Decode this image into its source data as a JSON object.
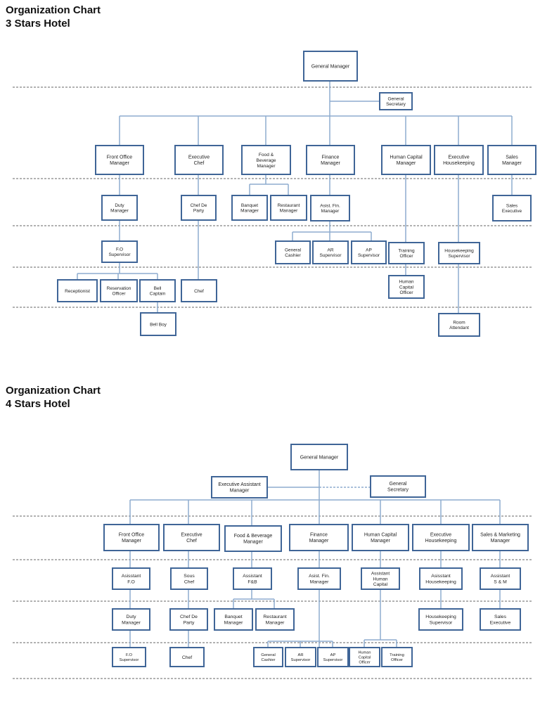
{
  "colors": {
    "box_border": "#3f6597",
    "connector": "#8eaccf",
    "divider": "#333333",
    "text": "#222222"
  },
  "chart3": {
    "title": "Organization Chart",
    "subtitle": "3 Stars Hotel",
    "boxes": [
      {
        "id": "gm",
        "lines": [
          "General Manager"
        ]
      },
      {
        "id": "gs",
        "lines": [
          "General",
          "Secretary"
        ]
      },
      {
        "id": "fom",
        "lines": [
          "Front Office",
          "Manager"
        ]
      },
      {
        "id": "ec",
        "lines": [
          "Executive",
          "Chef"
        ]
      },
      {
        "id": "fbm",
        "lines": [
          "Food &",
          "Beverage",
          "Manager"
        ]
      },
      {
        "id": "fm",
        "lines": [
          "Finance",
          "Manager"
        ]
      },
      {
        "id": "hcm",
        "lines": [
          "Human Capital",
          "Manager"
        ]
      },
      {
        "id": "eh",
        "lines": [
          "Executive",
          "Housekeeping"
        ]
      },
      {
        "id": "sm",
        "lines": [
          "Sales",
          "Manager"
        ]
      },
      {
        "id": "dm",
        "lines": [
          "Duty",
          "Manager"
        ]
      },
      {
        "id": "cdp",
        "lines": [
          "Chef De",
          "Party"
        ]
      },
      {
        "id": "bm",
        "lines": [
          "Banquet",
          "Manager"
        ]
      },
      {
        "id": "rm",
        "lines": [
          "Restaurant",
          "Manager"
        ]
      },
      {
        "id": "afm",
        "lines": [
          "Asist. Fin.",
          "Manager"
        ]
      },
      {
        "id": "se",
        "lines": [
          "Sales",
          "Executive"
        ]
      },
      {
        "id": "fos",
        "lines": [
          "F.O",
          "Supervisor"
        ]
      },
      {
        "id": "gc",
        "lines": [
          "General",
          "Cashier"
        ]
      },
      {
        "id": "ars",
        "lines": [
          "AR",
          "Supervisor"
        ]
      },
      {
        "id": "aps",
        "lines": [
          "AP",
          "Supervisor"
        ]
      },
      {
        "id": "to",
        "lines": [
          "Training",
          "Officer"
        ]
      },
      {
        "id": "hks",
        "lines": [
          "Housekeeping",
          "Supervisor"
        ]
      },
      {
        "id": "rec",
        "lines": [
          "Receptionist"
        ]
      },
      {
        "id": "ro",
        "lines": [
          "Reservation",
          "Officer"
        ]
      },
      {
        "id": "bc",
        "lines": [
          "Bell",
          "Captain"
        ]
      },
      {
        "id": "chef",
        "lines": [
          "Chef"
        ]
      },
      {
        "id": "hco",
        "lines": [
          "Human",
          "Capital",
          "Officer"
        ]
      },
      {
        "id": "bb",
        "lines": [
          "Bell Boy"
        ]
      },
      {
        "id": "ra",
        "lines": [
          "Room",
          "Attendant"
        ]
      }
    ]
  },
  "chart4": {
    "title": "Organization Chart",
    "subtitle": "4 Stars Hotel",
    "boxes": [
      {
        "id": "gm",
        "lines": [
          "General Manager"
        ]
      },
      {
        "id": "eam",
        "lines": [
          "Executive Assistant",
          "Manager"
        ]
      },
      {
        "id": "gs",
        "lines": [
          "General",
          "Secretary"
        ]
      },
      {
        "id": "fom",
        "lines": [
          "Front Office",
          "Manager"
        ]
      },
      {
        "id": "ec",
        "lines": [
          "Executive",
          "Chef"
        ]
      },
      {
        "id": "fbm",
        "lines": [
          "Food & Beverage",
          "Manager"
        ]
      },
      {
        "id": "fm",
        "lines": [
          "Finance",
          "Manager"
        ]
      },
      {
        "id": "hcm",
        "lines": [
          "Human Capital",
          "Manager"
        ]
      },
      {
        "id": "eh",
        "lines": [
          "Executive",
          "Housekeeping"
        ]
      },
      {
        "id": "smm",
        "lines": [
          "Sales & Marketing",
          "Manager"
        ]
      },
      {
        "id": "afo",
        "lines": [
          "Asisstant",
          "F.O"
        ]
      },
      {
        "id": "sc",
        "lines": [
          "Sous",
          "Chef"
        ]
      },
      {
        "id": "afb",
        "lines": [
          "Assistant",
          "F&B"
        ]
      },
      {
        "id": "afm",
        "lines": [
          "Asist. Fin.",
          "Manager"
        ]
      },
      {
        "id": "ahc",
        "lines": [
          "Assistant",
          "Human",
          "Capital"
        ]
      },
      {
        "id": "ahk",
        "lines": [
          "Asisstant",
          "Housekeeping"
        ]
      },
      {
        "id": "asm",
        "lines": [
          "Assistant",
          "S & M"
        ]
      },
      {
        "id": "dm",
        "lines": [
          "Duty",
          "Manager"
        ]
      },
      {
        "id": "cdp",
        "lines": [
          "Chef De",
          "Party"
        ]
      },
      {
        "id": "bm",
        "lines": [
          "Banquet",
          "Manager"
        ]
      },
      {
        "id": "rm",
        "lines": [
          "Restaurant",
          "Manager"
        ]
      },
      {
        "id": "hks",
        "lines": [
          "Housekeeping",
          "Supervisor"
        ]
      },
      {
        "id": "se",
        "lines": [
          "Sales",
          "Executive"
        ]
      },
      {
        "id": "fos",
        "lines": [
          "F.O",
          "Supervisor"
        ]
      },
      {
        "id": "chef",
        "lines": [
          "Chef"
        ]
      },
      {
        "id": "gc",
        "lines": [
          "General",
          "Cashier"
        ]
      },
      {
        "id": "ars",
        "lines": [
          "AR",
          "Supervisor"
        ]
      },
      {
        "id": "aps",
        "lines": [
          "AP",
          "Supervisor"
        ]
      },
      {
        "id": "hco",
        "lines": [
          "Human",
          "Capital",
          "Officer"
        ]
      },
      {
        "id": "to",
        "lines": [
          "Training",
          "Officer"
        ]
      }
    ]
  }
}
